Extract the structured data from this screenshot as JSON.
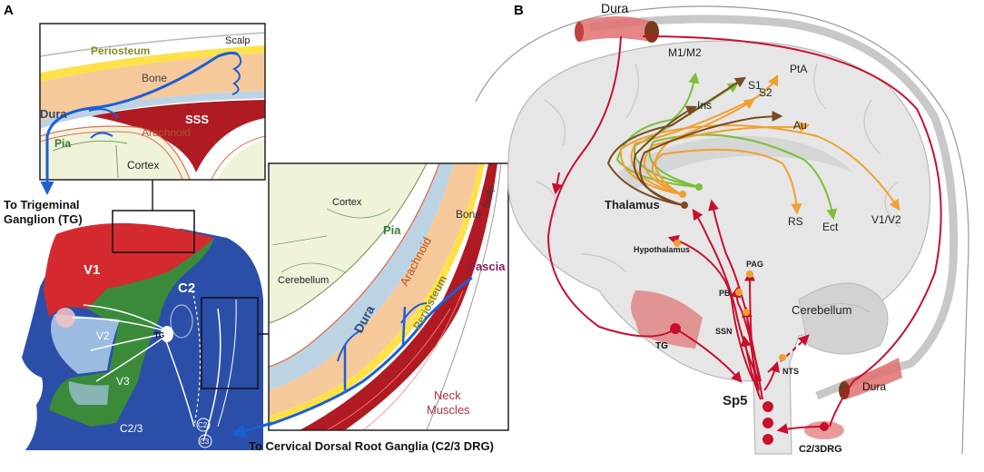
{
  "panel_a": {
    "letter": "A",
    "inset_top": {
      "scalp": "Scalp",
      "periosteum": "Periosteum",
      "bone": "Bone",
      "dura": "Dura",
      "sss": "SSS",
      "pia": "Pia",
      "arachnoid": "Arachnoid",
      "cortex": "Cortex"
    },
    "tg_caption_line1": "To Trigeminal",
    "tg_caption_line2": "Ganglion (TG)",
    "head": {
      "v1": "V1",
      "v2": "V2",
      "v3": "V3",
      "c2": "C2",
      "c23": "C2/3",
      "tg": "TG",
      "c2_small": "C2",
      "c3_small": "C3"
    },
    "inset_right": {
      "cortex": "Cortex",
      "pia": "Pia",
      "arachnoid": "Arachnoid",
      "bone": "Bone",
      "scalp": "Scalp",
      "cerebellum": "Cerebellum",
      "fascia": "Fascia",
      "periosteum": "Periosteum",
      "dura": "Dura",
      "neck_muscles_line1": "Neck",
      "neck_muscles_line2": "Muscles"
    },
    "drg_caption": "To Cervical Dorsal Root Ganglia (C2/3 DRG)"
  },
  "panel_b": {
    "letter": "B",
    "dura_top": "Dura",
    "dura_bottom": "Dura",
    "cortical": {
      "m1m2": "M1/M2",
      "s1": "S1",
      "pta": "PtA",
      "ins": "Ins",
      "s2": "S2",
      "au": "Au",
      "rs": "RS",
      "ect": "Ect",
      "v1v2": "V1/V2"
    },
    "thalamus": "Thalamus",
    "hypothalamus": "Hypothalamus",
    "pag": "PAG",
    "pb": "PB",
    "ssn": "SSN",
    "cerebellum": "Cerebellum",
    "tg": "TG",
    "nts": "NTS",
    "sp5": "Sp5",
    "drg": "C2/3DRG"
  },
  "colors": {
    "dura_blue": "#1a5fd6",
    "projection_red": "#c8102e",
    "green_path": "#7bbf3a",
    "orange_path": "#f0a030",
    "brown_path": "#7a4a20",
    "v1_red": "#d42a2f",
    "face_green": "#3a8a3a",
    "neck_blue": "#2b4fa8",
    "bone_tan": "#f6c99a",
    "sss_red": "#b01a22"
  }
}
